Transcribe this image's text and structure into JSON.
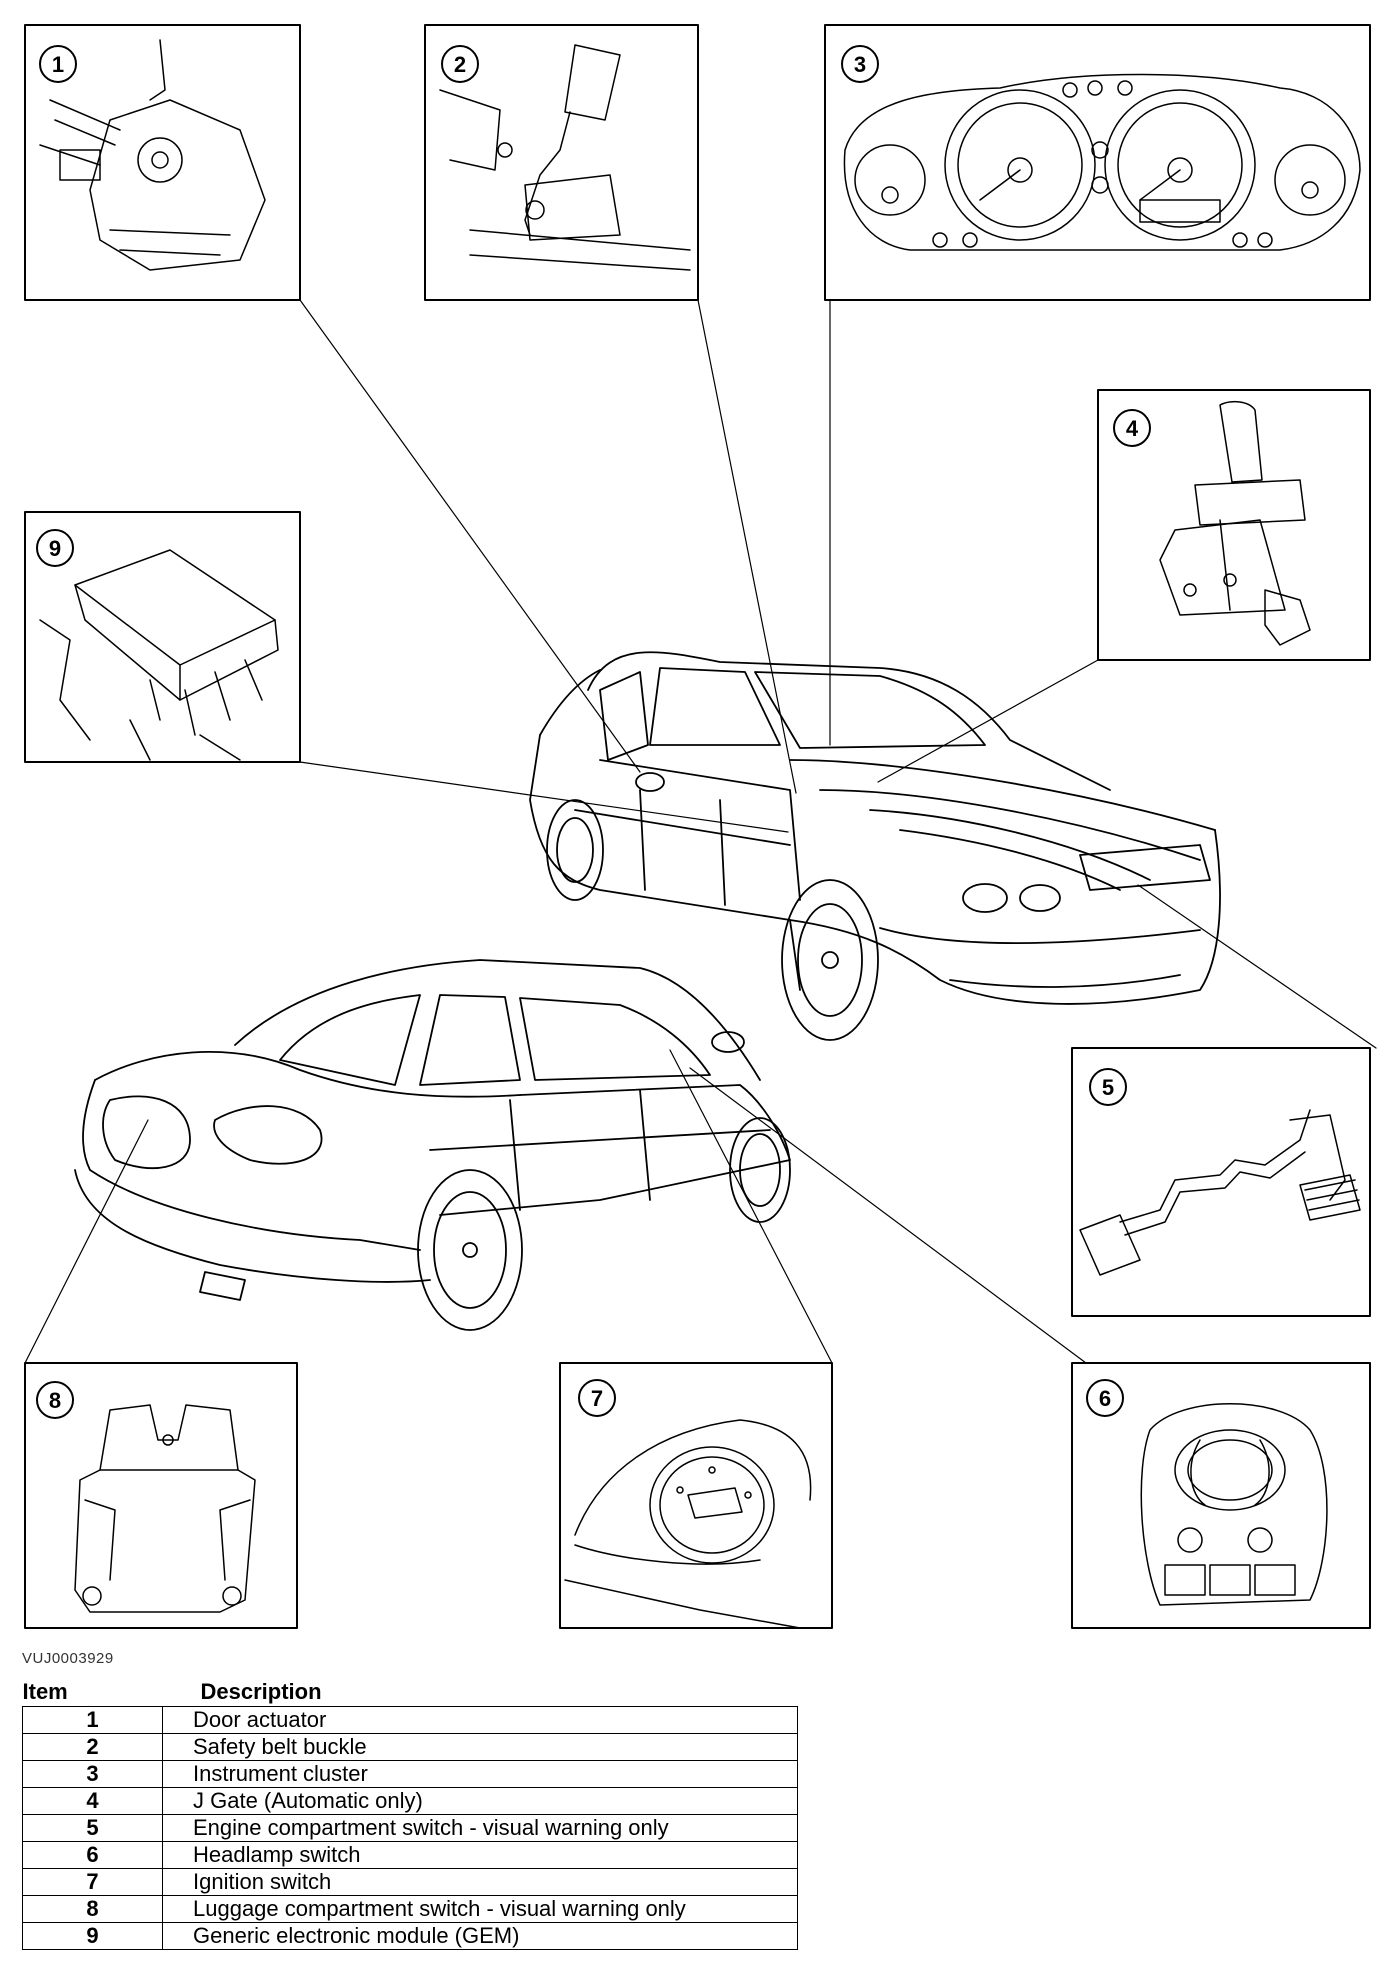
{
  "figure_ref": "VUJ0003929",
  "callouts": [
    {
      "number": "1",
      "name": "door-actuator"
    },
    {
      "number": "2",
      "name": "safety-belt-buckle"
    },
    {
      "number": "3",
      "name": "instrument-cluster"
    },
    {
      "number": "4",
      "name": "j-gate"
    },
    {
      "number": "5",
      "name": "engine-compartment-switch"
    },
    {
      "number": "6",
      "name": "headlamp-switch"
    },
    {
      "number": "7",
      "name": "ignition-switch"
    },
    {
      "number": "8",
      "name": "luggage-compartment-switch"
    },
    {
      "number": "9",
      "name": "generic-electronic-module"
    }
  ],
  "table": {
    "headers": {
      "item": "Item",
      "description": "Description"
    },
    "rows": [
      {
        "item": "1",
        "description": "Door actuator"
      },
      {
        "item": "2",
        "description": "Safety belt buckle"
      },
      {
        "item": "3",
        "description": "Instrument cluster"
      },
      {
        "item": "4",
        "description": "J Gate (Automatic only)"
      },
      {
        "item": "5",
        "description": "Engine compartment switch - visual warning only"
      },
      {
        "item": "6",
        "description": "Headlamp switch"
      },
      {
        "item": "7",
        "description": "Ignition switch"
      },
      {
        "item": "8",
        "description": "Luggage compartment switch - visual warning only"
      },
      {
        "item": "9",
        "description": "Generic electronic module (GEM)"
      }
    ]
  }
}
